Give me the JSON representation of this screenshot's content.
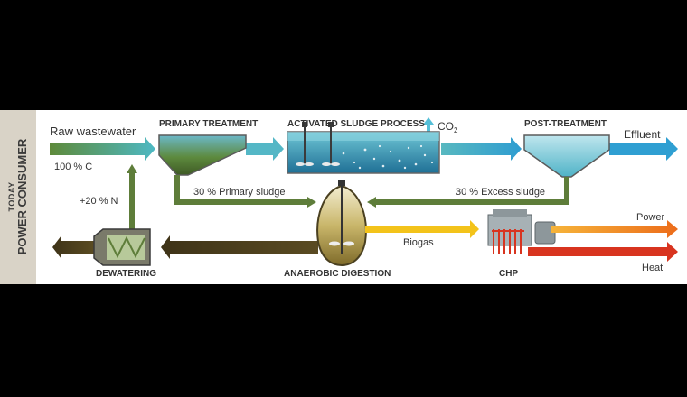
{
  "sidebar": {
    "line1": "TODAY",
    "line2": "POWER CONSUMER"
  },
  "labels": {
    "raw_wastewater": "Raw wastewater",
    "percent_c": "100 % C",
    "percent_n": "+20 % N",
    "primary_treatment": "PRIMARY TREATMENT",
    "activated_sludge": "ACTIVATED SLUDGE PROCESS",
    "co2": "CO",
    "co2_sub": "2",
    "post_treatment": "POST-TREATMENT",
    "effluent": "Effluent",
    "primary_sludge": "30 % Primary sludge",
    "excess_sludge": "30 % Excess sludge",
    "biogas": "Biogas",
    "power": "Power",
    "heat": "Heat",
    "dewatering": "DEWATERING",
    "anaerobic_digestion": "ANAEROBIC DIGESTION",
    "chp": "CHP"
  },
  "colors": {
    "water_arrow": "#4db9c4",
    "sludge_green": "#5e7d3a",
    "dark_brown": "#4a4020",
    "biogas_yellow": "#f3c31a",
    "power_orange": "#ef7b1c",
    "heat_red": "#d8341f",
    "tank_water": "#33a7c8",
    "sidebar_bg": "#d9d3c7"
  }
}
